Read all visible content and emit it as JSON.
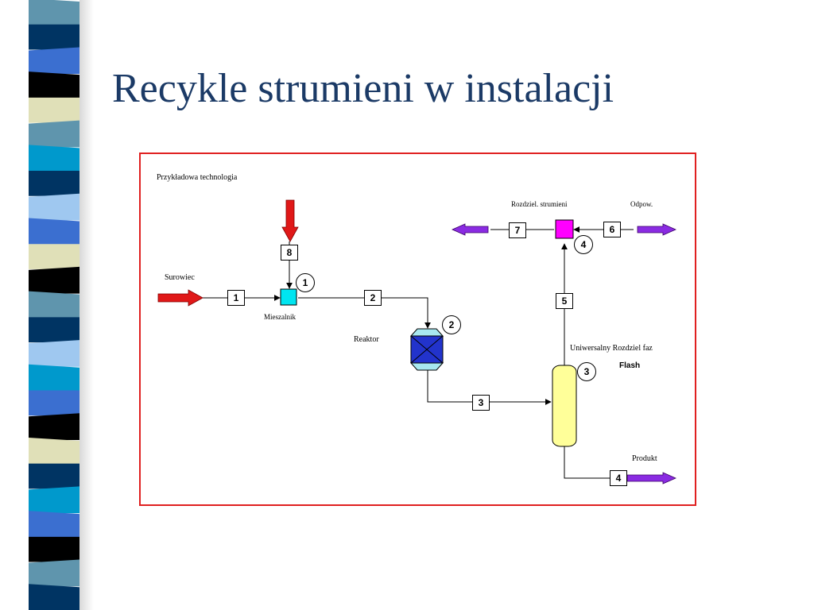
{
  "slide": {
    "title": "Recykle strumieni w instalacji",
    "stripe_colors": [
      "#5f95ad",
      "#003463",
      "#3b6fd0",
      "#000000",
      "#e0e0b8",
      "#0099cc",
      "#9fc8f0"
    ]
  },
  "diagram": {
    "frame_color": "#e02020",
    "caption": "Przykładowa technologia",
    "labels": {
      "surowiec": "Surowiec",
      "mieszalnik": "Mieszalnik",
      "reaktor": "Reaktor",
      "rozdziel_strumieni": "Rozdziel. strumieni",
      "odpow": "Odpow.",
      "uniwersalny": "Uniwersalny Rozdziel faz",
      "flash": "Flash",
      "produkt": "Produkt"
    },
    "streams": [
      "1",
      "2",
      "3",
      "4",
      "5",
      "6",
      "7",
      "8"
    ],
    "units": [
      "1",
      "2",
      "3",
      "4"
    ],
    "colors": {
      "feed_arrow": "#e01818",
      "out_arrow": "#8a2be2",
      "mixer": "#00e5f0",
      "reactor": "#2233cc",
      "reactor_cap": "#a8e8f0",
      "flash_drum": "#ffff99",
      "splitter": "#ff00ff"
    }
  }
}
